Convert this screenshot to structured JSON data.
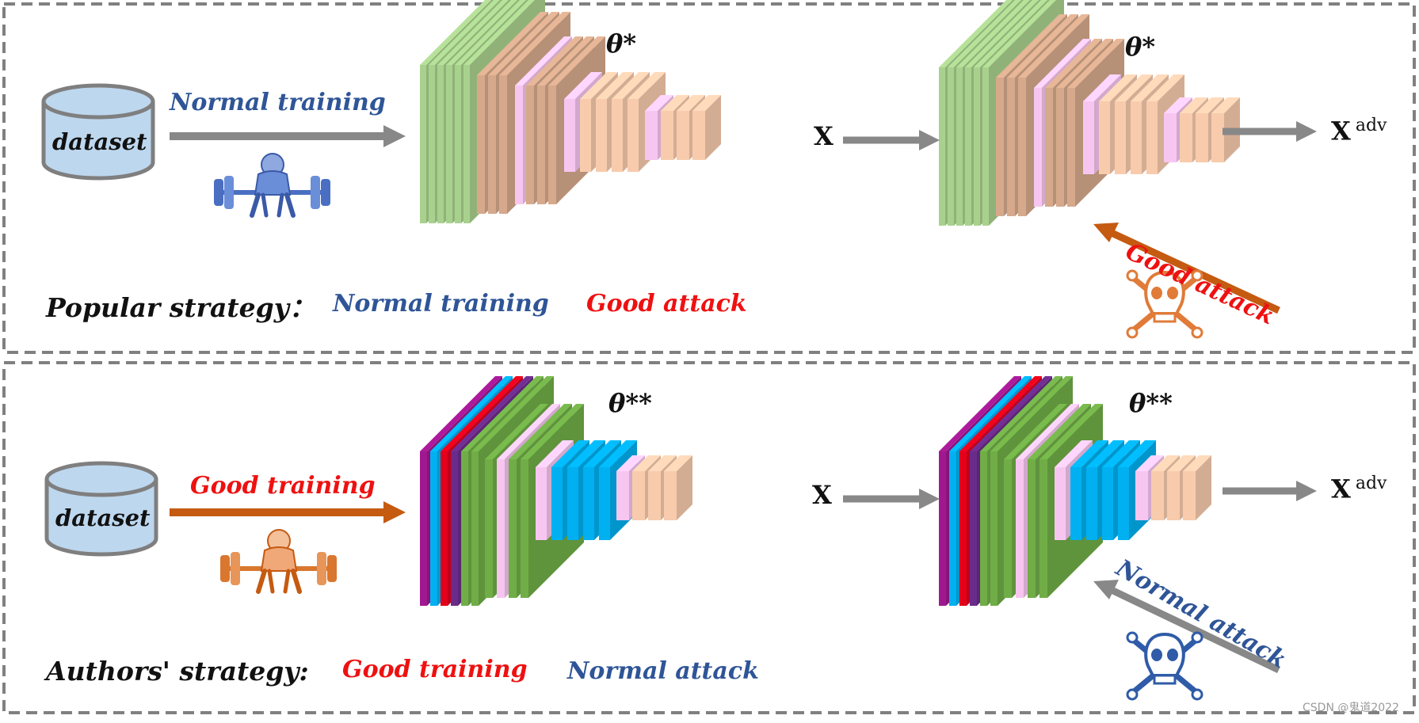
{
  "colors": {
    "normal_blue": "#2f5597",
    "good_red": "#ee1111",
    "attack_orange": "#c55a11",
    "arrow_gray": "#888888",
    "cylinder_fill": "#bdd7ee",
    "layer_green_light": "#a9d18e",
    "layer_tan": "#d6a98c",
    "layer_pink": "#f7c6f0",
    "layer_peach": "#f8cbad",
    "layer_purple": "#a01890",
    "layer_blue": "#00b0f0",
    "layer_red": "#e3001b",
    "layer_violet": "#6a2c8a",
    "layer_green": "#70ad47"
  },
  "top_panel": {
    "dataset_label": "dataset",
    "training_label": "Normal training",
    "model_label": "θ*",
    "input_label": "X",
    "output_label": "X",
    "output_sup": "adv",
    "attack_label": "Good attack",
    "strategy_title": "Popular strategy：",
    "strategy_training": "Normal training",
    "strategy_attack": "Good attack",
    "weightlifter_icon": "weightlifter-icon",
    "skull_icon": "skull-crossbones-icon"
  },
  "bottom_panel": {
    "dataset_label": "dataset",
    "training_label": "Good training",
    "model_label": "θ**",
    "input_label": "X",
    "output_label": "X",
    "output_sup": "adv",
    "attack_label": "Normal attack",
    "strategy_title": "Authors' strategy:",
    "strategy_training": "Good training",
    "strategy_attack": "Normal attack",
    "weightlifter_icon": "weightlifter-icon",
    "skull_icon": "skull-crossbones-icon"
  },
  "watermark": "CSDN @鬼道2022"
}
